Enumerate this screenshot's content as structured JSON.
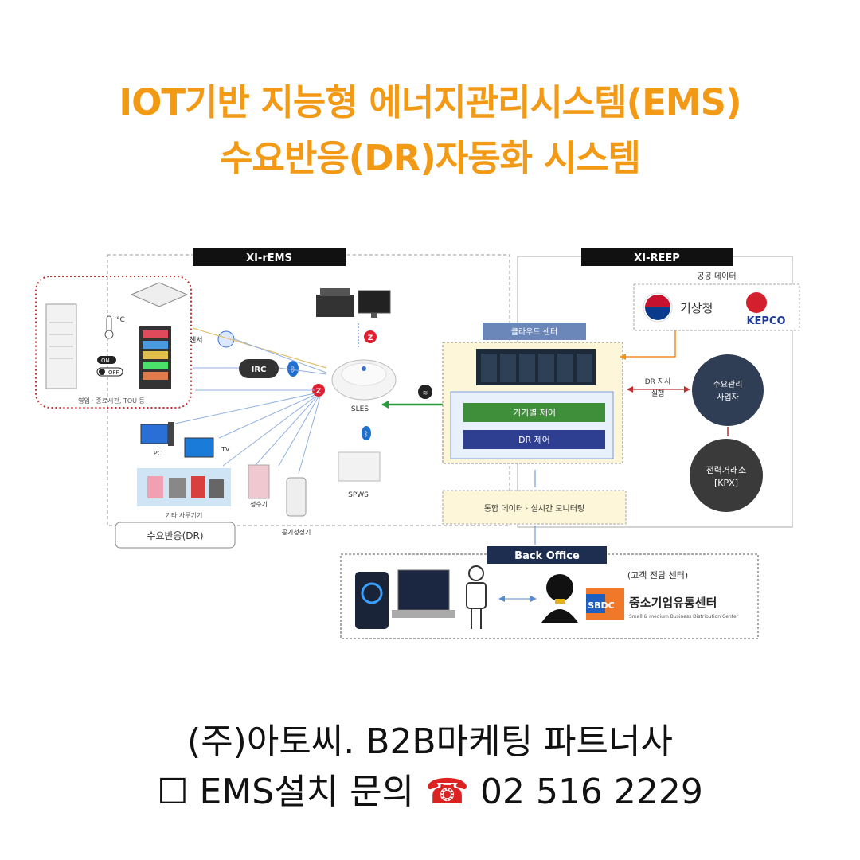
{
  "title": {
    "line1": "IOT기반 지능형 에너지관리시스템(EMS)",
    "line2": "수요반응(DR)자동화 시스템"
  },
  "diagram": {
    "xi_rems": "XI-rEMS",
    "xi_reep": "XI-REEP",
    "public_data": "공공 데이터",
    "kma": "기상청",
    "kepco": "KEPCO",
    "cloud_center": "클라우드 센터",
    "device_control": "기기별 제어",
    "dr_control": "DR 제어",
    "dr_instruction_1": "DR 지시",
    "dr_instruction_2": "실행",
    "demand_operator_1": "수요관리",
    "demand_operator_2": "사업자",
    "kpx_1": "전력거래소",
    "kpx_2": "[KPX]",
    "integrated_data": "통합 데이터 · 실시간 모니터링",
    "back_office": "Back Office",
    "customer_center": "(고객 전담 센터)",
    "sbdc": "SBDC",
    "sbdc_name": "중소기업유통센터",
    "sbdc_en": "Small & medium Business Distribution Center",
    "sensor": "센서",
    "irc": "IRC",
    "sles": "SLES",
    "spws": "SPWS",
    "pc": "PC",
    "tv": "TV",
    "on": "ON",
    "off": "OFF",
    "ops_hours": "영업 · 종료시간, TOU 등",
    "other_office": "기타 사무기기",
    "water_purifier": "정수기",
    "air_purifier": "공기청정기",
    "demand_response": "수요반응(DR)"
  },
  "footer": {
    "line1": "(주)아토씨.  B2B마케팅 파트너사",
    "checkbox": "☐",
    "inquiry": "EMS설치 문의",
    "phone_icon": "☎",
    "phone": "02 516 2229"
  },
  "colors": {
    "title": "#f29a16",
    "cloud_fill": "#fdf6d8",
    "device_control": "#3f8f3a",
    "dr_control": "#2e3f91",
    "operator_circle": "#2f3e55",
    "zigbee": "#e02030"
  }
}
